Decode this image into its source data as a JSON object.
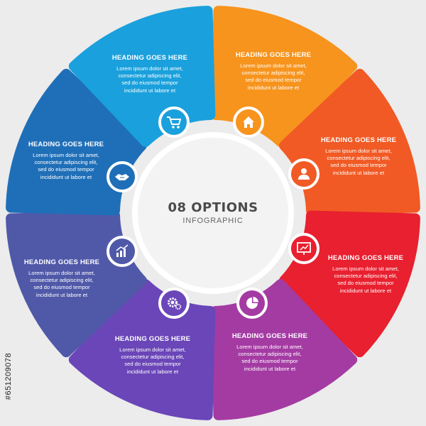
{
  "hub": {
    "title": "08 OPTIONS",
    "subtitle": "INFOGRAPHIC"
  },
  "side_id": "#651209078",
  "colors": {
    "background": "#ececec",
    "hub_fill": "#f3f3f3",
    "icon_ring": "#ffffff"
  },
  "segments": [
    {
      "id": 1,
      "color": "#f7941d",
      "icon": "home-icon",
      "heading": "HEADING GOES HERE",
      "lines": [
        "Lorem ipsum dolor sit amet,",
        "consectetur adipiscing elit,",
        "sed do eiusmod tempor",
        "incididunt ut labore et"
      ]
    },
    {
      "id": 2,
      "color": "#f15a24",
      "icon": "user-icon",
      "heading": "HEADING GOES HERE",
      "lines": [
        "Lorem ipsum dolor sit amet,",
        "consectetur adipiscing elit,",
        "sed do eiusmod tempor",
        "incididunt ut labore et"
      ]
    },
    {
      "id": 3,
      "color": "#e8202f",
      "icon": "presentation-icon",
      "heading": "HEADING GOES HERE",
      "lines": [
        "Lorem ipsum dolor sit amet,",
        "consectetur adipiscing elit,",
        "sed do eiusmod tempor",
        "incididunt ut labore et"
      ]
    },
    {
      "id": 4,
      "color": "#a43ba3",
      "icon": "pie-chart-icon",
      "heading": "HEADING GOES HERE",
      "lines": [
        "Lorem ipsum dolor sit amet,",
        "consectetur adipiscing elit,",
        "sed do eiusmod tempor",
        "incididunt ut labore et"
      ]
    },
    {
      "id": 5,
      "color": "#6a46b8",
      "icon": "gears-icon",
      "heading": "HEADING GOES HERE",
      "lines": [
        "Lorem ipsum dolor sit amet,",
        "consectetur adipiscing elit,",
        "sed do eiusmod tempor",
        "incididunt ut labore et"
      ]
    },
    {
      "id": 6,
      "color": "#5059a8",
      "icon": "growth-chart-icon",
      "heading": "HEADING GOES HERE",
      "lines": [
        "Lorem ipsum dolor sit amet,",
        "consectetur adipiscing elit,",
        "sed do eiusmod tempor",
        "incididunt ut labore et"
      ]
    },
    {
      "id": 7,
      "color": "#1f6fb8",
      "icon": "handshake-icon",
      "heading": "HEADING GOES HERE",
      "lines": [
        "Lorem ipsum dolor sit amet,",
        "consectetur adipiscing elit,",
        "sed do eiusmod tempor",
        "incididunt ut labore et"
      ]
    },
    {
      "id": 8,
      "color": "#1aa0dc",
      "icon": "shopping-cart-icon",
      "heading": "HEADING GOES HERE",
      "lines": [
        "Lorem ipsum dolor sit amet,",
        "consectetur adipiscing elit,",
        "sed do eiusmod tempor",
        "incididunt ut labore et"
      ]
    }
  ]
}
